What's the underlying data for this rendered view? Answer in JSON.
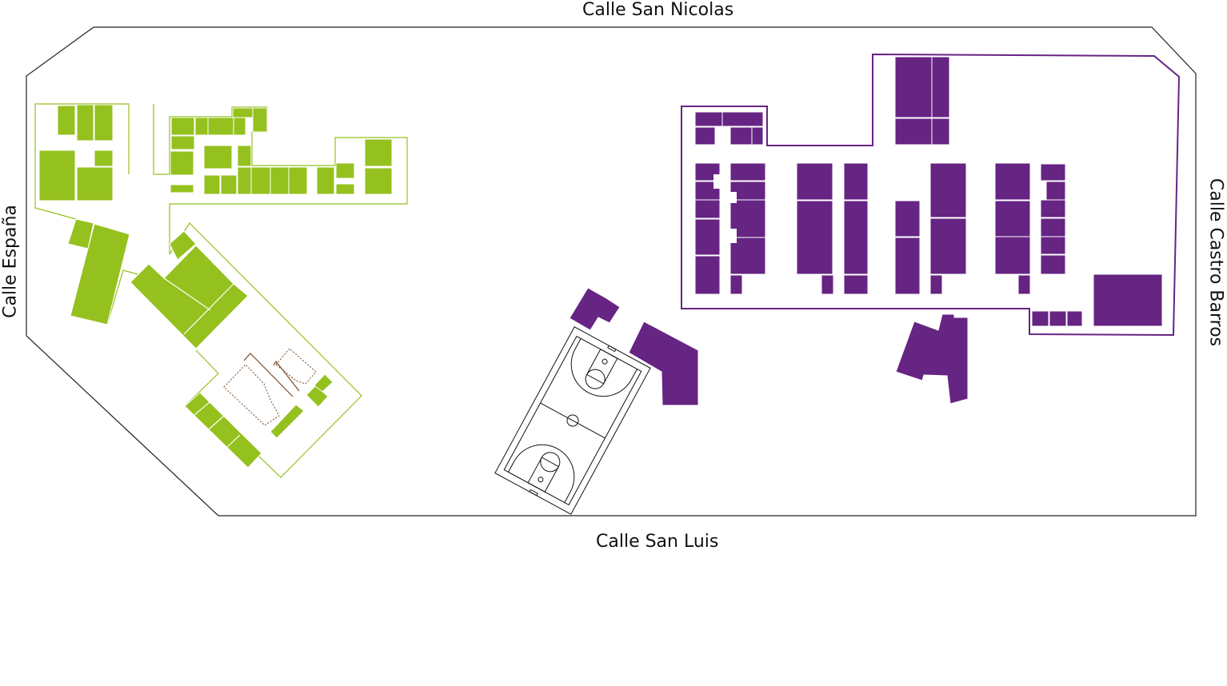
{
  "map": {
    "streets": {
      "north": "Calle San Nicolas",
      "south": "Calle San Luis",
      "west": "Calle España",
      "east": "Calle Castro Barros"
    },
    "colors": {
      "green_zone": "#95c11f",
      "purple_zone": "#662483",
      "paths": "#7a4a2a",
      "boundary": "#222222"
    }
  }
}
